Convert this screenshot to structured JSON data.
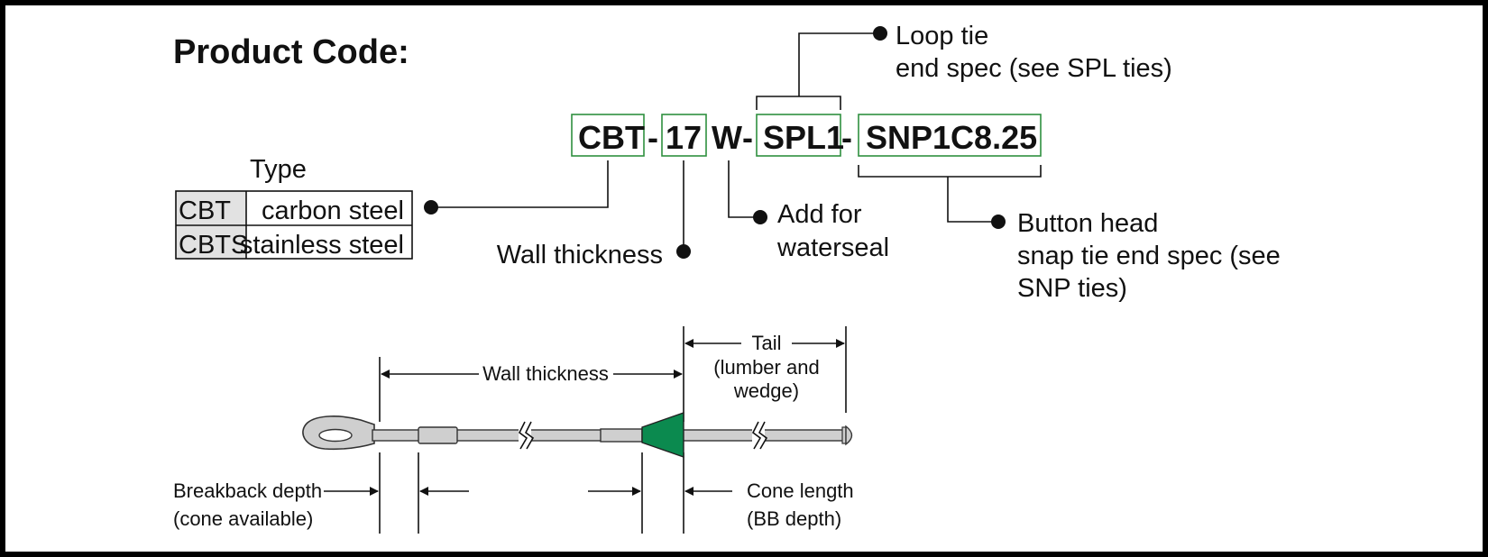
{
  "title": "Product Code:",
  "code_segments": {
    "type": "CBT",
    "sep1": "-",
    "wall": "17",
    "waterseal": "W",
    "sep2": "-",
    "loop": "SPL1",
    "sep3": "-",
    "snap": "SNP1C8.25"
  },
  "type_table": {
    "heading": "Type",
    "rows": [
      {
        "code": "CBT",
        "desc": "carbon steel"
      },
      {
        "code": "CBTS",
        "desc": "stainless steel"
      }
    ]
  },
  "callouts": {
    "loop_tie": [
      "Loop tie",
      "end spec (see SPL ties)"
    ],
    "wall_thickness": "Wall thickness",
    "waterseal": [
      "Add for",
      "waterseal"
    ],
    "button_head": [
      "Button head",
      "snap tie  end spec (see",
      "SNP ties)"
    ]
  },
  "drawing_labels": {
    "wall_thickness": "Wall thickness",
    "tail": [
      "Tail",
      "(lumber and",
      "wedge)"
    ],
    "breakback": [
      "Breakback depth",
      "(cone available)"
    ],
    "cone_length": [
      "Cone length",
      "(BB depth)"
    ]
  },
  "colors": {
    "code_box": "#2f8f3f",
    "cone": "#0b8a4f",
    "rod": "#cfcfcf",
    "frame": "#000000"
  }
}
